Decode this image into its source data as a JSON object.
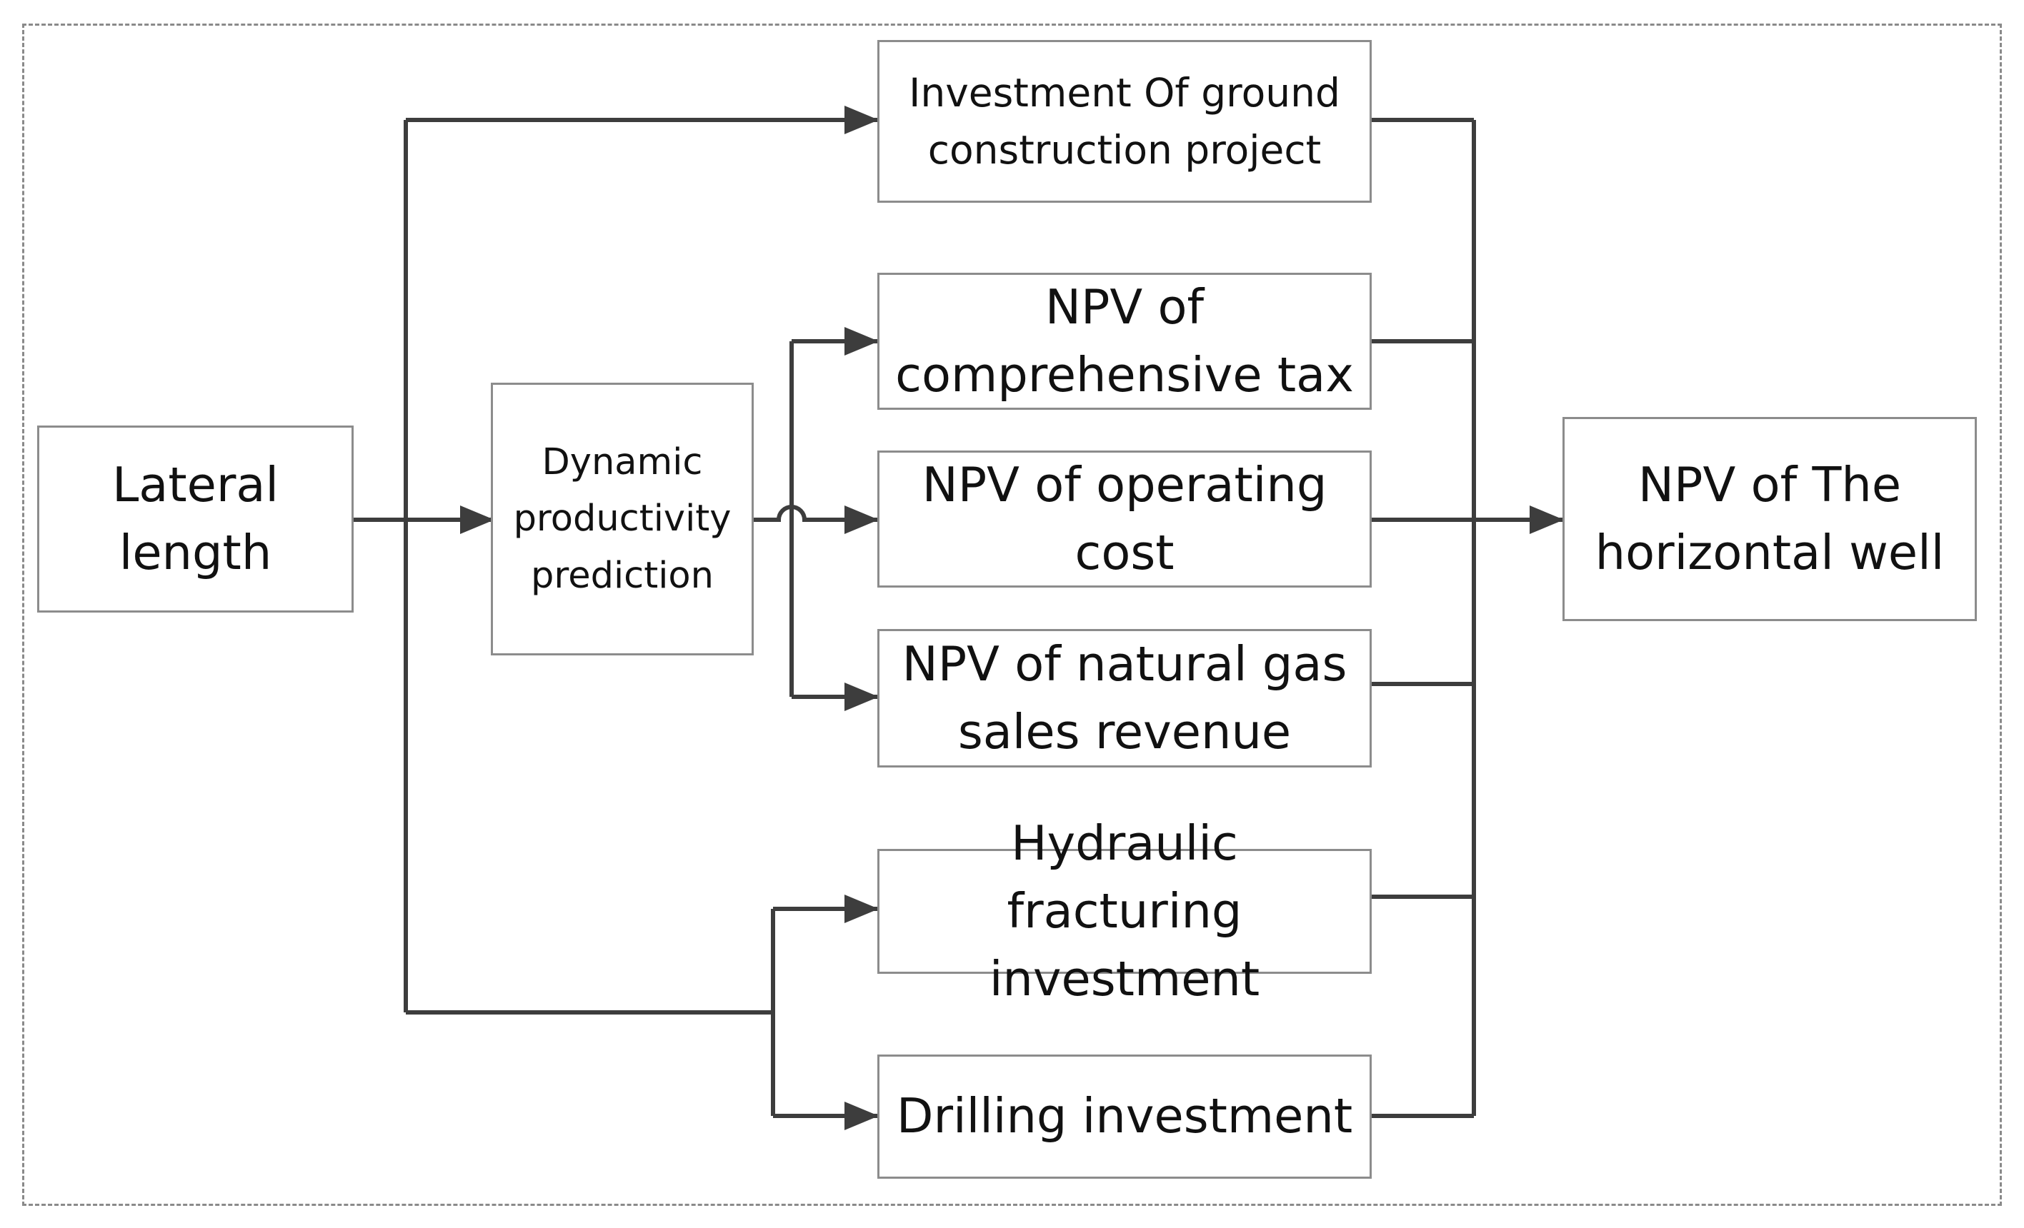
{
  "diagram": {
    "nodes": {
      "lateral_length": "Lateral\nlength",
      "dynamic_productivity": "Dynamic\nproductivity\nprediction",
      "ground_construction": "Investment Of ground\nconstruction project",
      "comprehensive_tax": "NPV of\ncomprehensive tax",
      "operating_cost": "NPV of operating\ncost",
      "gas_sales_revenue": "NPV of natural gas\nsales revenue",
      "hydraulic_fracturing": "Hydraulic fracturing\ninvestment",
      "drilling_investment": "Drilling investment",
      "npv_horizontal_well": "NPV of The\nhorizontal well"
    },
    "edges": [
      {
        "from": "lateral_length",
        "to": "ground_construction"
      },
      {
        "from": "lateral_length",
        "to": "dynamic_productivity"
      },
      {
        "from": "lateral_length",
        "to": "hydraulic_fracturing"
      },
      {
        "from": "lateral_length",
        "to": "drilling_investment"
      },
      {
        "from": "dynamic_productivity",
        "to": "comprehensive_tax"
      },
      {
        "from": "dynamic_productivity",
        "to": "operating_cost"
      },
      {
        "from": "dynamic_productivity",
        "to": "gas_sales_revenue"
      },
      {
        "from": "ground_construction",
        "to": "npv_horizontal_well"
      },
      {
        "from": "comprehensive_tax",
        "to": "npv_horizontal_well"
      },
      {
        "from": "operating_cost",
        "to": "npv_horizontal_well"
      },
      {
        "from": "gas_sales_revenue",
        "to": "npv_horizontal_well"
      },
      {
        "from": "hydraulic_fracturing",
        "to": "npv_horizontal_well"
      },
      {
        "from": "drilling_investment",
        "to": "npv_horizontal_well"
      }
    ],
    "colors": {
      "line": "#3d3d3d",
      "box_border": "#8c8c8c",
      "frame": "#8a8a8a",
      "text": "#111111"
    }
  }
}
